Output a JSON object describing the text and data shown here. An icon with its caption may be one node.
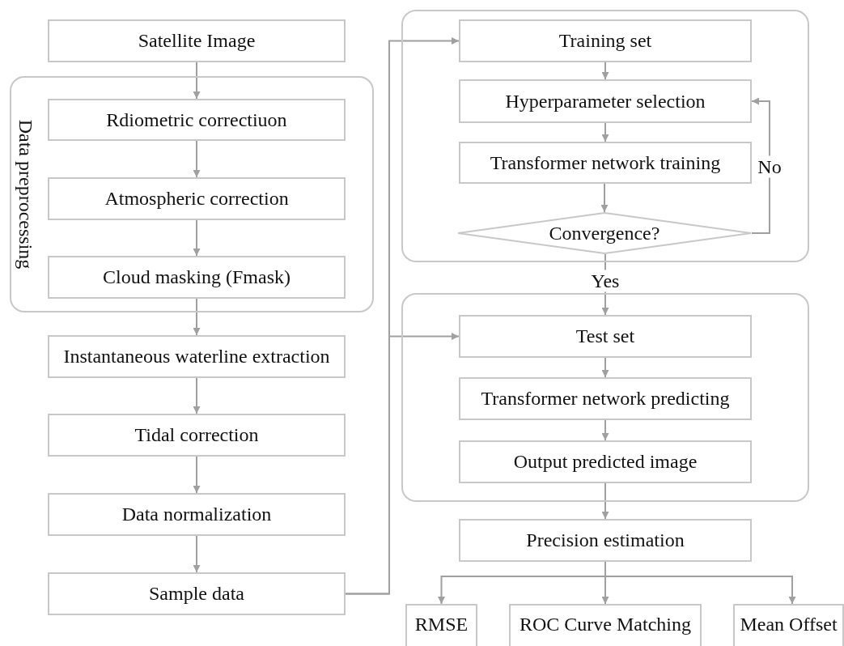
{
  "diagram": {
    "nodes": [
      {
        "text": [
          "Satellite Image"
        ]
      },
      {
        "text": [
          "Data preprocessing"
        ]
      },
      {
        "text": [
          "Rdiometric correctiuon"
        ],
        "in": 1
      },
      {
        "text": [
          "Atmospheric correction"
        ],
        "in": 1
      },
      {
        "text": [
          "Cloud masking (Fmask)"
        ],
        "in": 1
      },
      {
        "text": [
          "Instantaneous waterline extraction"
        ]
      },
      {
        "text": [
          "Tidal correction"
        ]
      },
      {
        "text": [
          "Data normalization"
        ]
      },
      {
        "text": [
          "Sample data"
        ]
      },
      {
        "text": [],
        "shape": "box"
      },
      {
        "text": [
          "Training set"
        ],
        "in": 9
      },
      {
        "text": [
          "Hyperparameter selection"
        ],
        "in": 9
      },
      {
        "text": [
          "Transformer network training"
        ],
        "in": 9
      },
      {
        "text": [
          "Convergence?"
        ],
        "in": 9
      },
      {
        "text": [],
        "shape": "box"
      },
      {
        "text": [
          "Test set"
        ],
        "in": 14
      },
      {
        "text": [
          "Transformer network predicting"
        ],
        "in": 14
      },
      {
        "text": [
          "Output predicted image"
        ],
        "in": 14
      },
      {
        "text": [
          "Precision estimation"
        ]
      },
      {
        "text": [
          "RMSE"
        ]
      },
      {
        "text": [
          "ROC Curve Matching"
        ]
      },
      {
        "text": [
          "Mean Offset"
        ]
      }
    ],
    "edges": [
      {
        "from": 0,
        "to": 2,
        "arrow": "to"
      },
      {
        "from": 2,
        "to": 3,
        "arrow": "to"
      },
      {
        "from": 3,
        "to": 4,
        "arrow": "to"
      },
      {
        "from": 4,
        "to": 5,
        "arrow": "to"
      },
      {
        "from": 5,
        "to": 6,
        "arrow": "to"
      },
      {
        "from": 6,
        "to": 7,
        "arrow": "to"
      },
      {
        "from": 7,
        "to": 8,
        "arrow": "to"
      },
      {
        "from": 8,
        "to": 10,
        "arrow": "to"
      },
      {
        "from": 8,
        "to": 15,
        "arrow": "to"
      },
      {
        "from": 10,
        "to": 11,
        "arrow": "to"
      },
      {
        "from": 11,
        "to": 12,
        "arrow": "to"
      },
      {
        "from": 12,
        "to": 13,
        "arrow": "to"
      },
      {
        "from": 13,
        "to": 11,
        "arrow": "to",
        "label": "No"
      },
      {
        "from": 13,
        "to": 15,
        "arrow": "to",
        "label": "Yes"
      },
      {
        "from": 15,
        "to": 16,
        "arrow": "to"
      },
      {
        "from": 16,
        "to": 17,
        "arrow": "to"
      },
      {
        "from": 17,
        "to": 18,
        "arrow": "to"
      },
      {
        "from": 18,
        "to": 19,
        "arrow": "to"
      },
      {
        "from": 18,
        "to": 20,
        "arrow": "to"
      },
      {
        "from": 18,
        "to": 21,
        "arrow": "to"
      }
    ]
  }
}
